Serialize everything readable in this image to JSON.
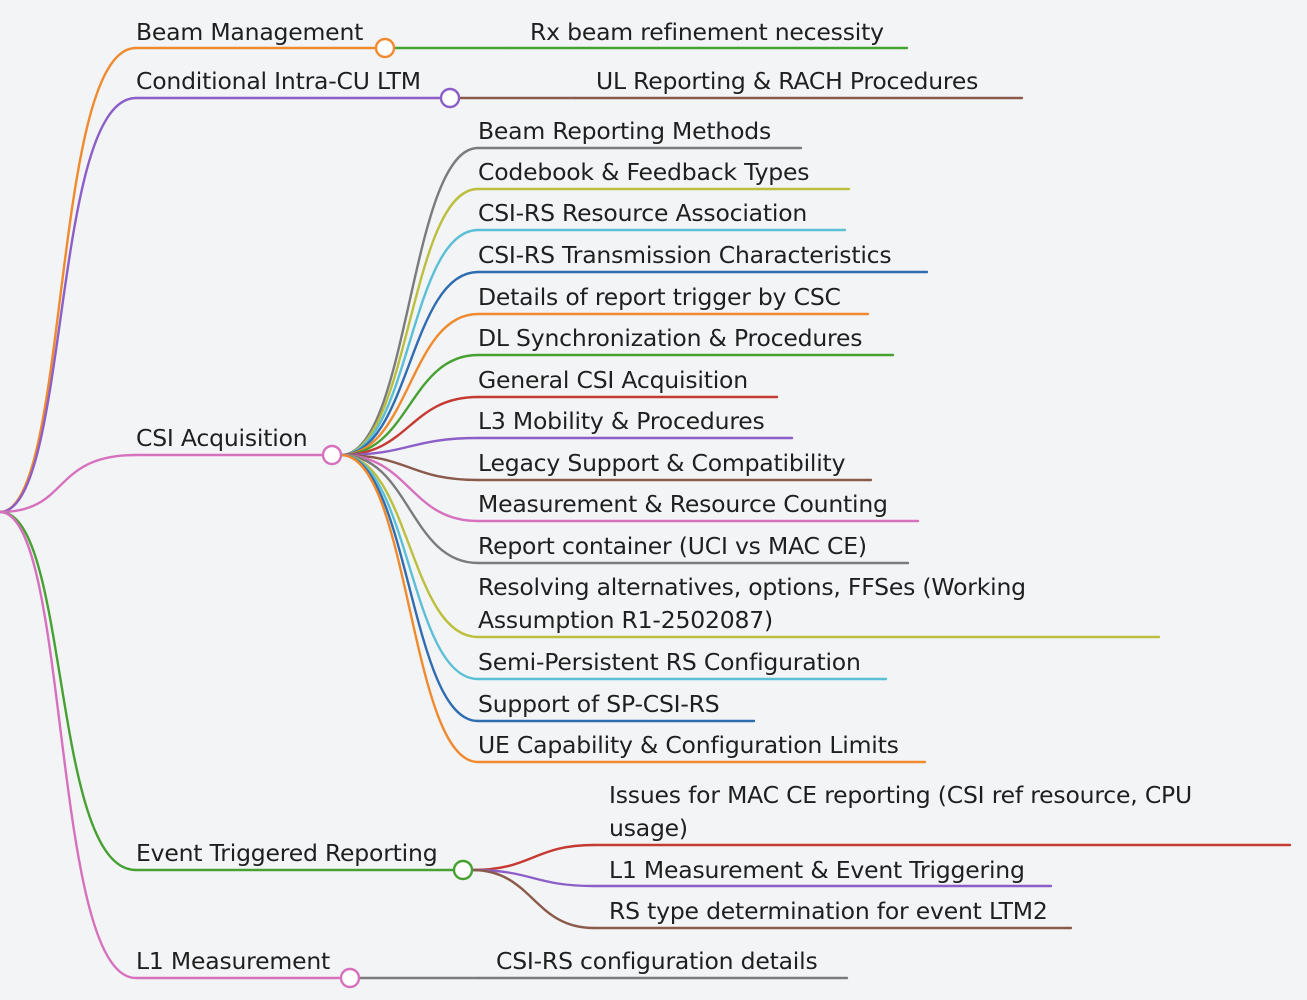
{
  "mindmap": {
    "colors": {
      "orange": "#f08a2e",
      "purple": "#8b5fc7",
      "pink": "#d671be",
      "green": "#46a132",
      "gray": "#7b7b7b",
      "olive": "#bcbf3d",
      "cyan": "#5bbfd5",
      "blue": "#2f6db0",
      "red": "#c53a32",
      "brown": "#8a5a4b"
    },
    "branches": [
      {
        "label": "Beam Management",
        "color": "orange",
        "children": [
          {
            "label": "Rx beam refinement necessity",
            "color": "green"
          }
        ]
      },
      {
        "label": "Conditional Intra-CU LTM",
        "color": "purple",
        "children": [
          {
            "label": "UL Reporting & RACH Procedures",
            "color": "brown"
          }
        ]
      },
      {
        "label": "CSI Acquisition",
        "color": "pink",
        "children": [
          {
            "label": "Beam Reporting Methods",
            "color": "gray"
          },
          {
            "label": "Codebook & Feedback Types",
            "color": "olive"
          },
          {
            "label": "CSI-RS Resource Association",
            "color": "cyan"
          },
          {
            "label": "CSI-RS Transmission Characteristics",
            "color": "blue"
          },
          {
            "label": "Details of report trigger by CSC",
            "color": "orange"
          },
          {
            "label": "DL Synchronization & Procedures",
            "color": "green"
          },
          {
            "label": "General CSI Acquisition",
            "color": "red"
          },
          {
            "label": "L3 Mobility & Procedures",
            "color": "purple"
          },
          {
            "label": "Legacy Support & Compatibility",
            "color": "brown"
          },
          {
            "label": "Measurement & Resource Counting",
            "color": "pink"
          },
          {
            "label": "Report container (UCI vs MAC CE)",
            "color": "gray"
          },
          {
            "label": "Resolving alternatives, options, FFSes (Working Assumption R1-2502087)",
            "color": "olive"
          },
          {
            "label": "Semi-Persistent RS Configuration",
            "color": "cyan"
          },
          {
            "label": "Support of SP-CSI-RS",
            "color": "blue"
          },
          {
            "label": "UE Capability & Configuration Limits",
            "color": "orange"
          }
        ]
      },
      {
        "label": "Event Triggered Reporting",
        "color": "green",
        "children": [
          {
            "label": "Issues for MAC CE reporting (CSI ref resource, CPU usage)",
            "color": "red"
          },
          {
            "label": "L1 Measurement & Event Triggering",
            "color": "purple"
          },
          {
            "label": "RS type determination for event LTM2",
            "color": "brown"
          }
        ]
      },
      {
        "label": "L1 Measurement",
        "color": "pink",
        "children": [
          {
            "label": "CSI-RS configuration details",
            "color": "gray"
          }
        ]
      }
    ]
  }
}
